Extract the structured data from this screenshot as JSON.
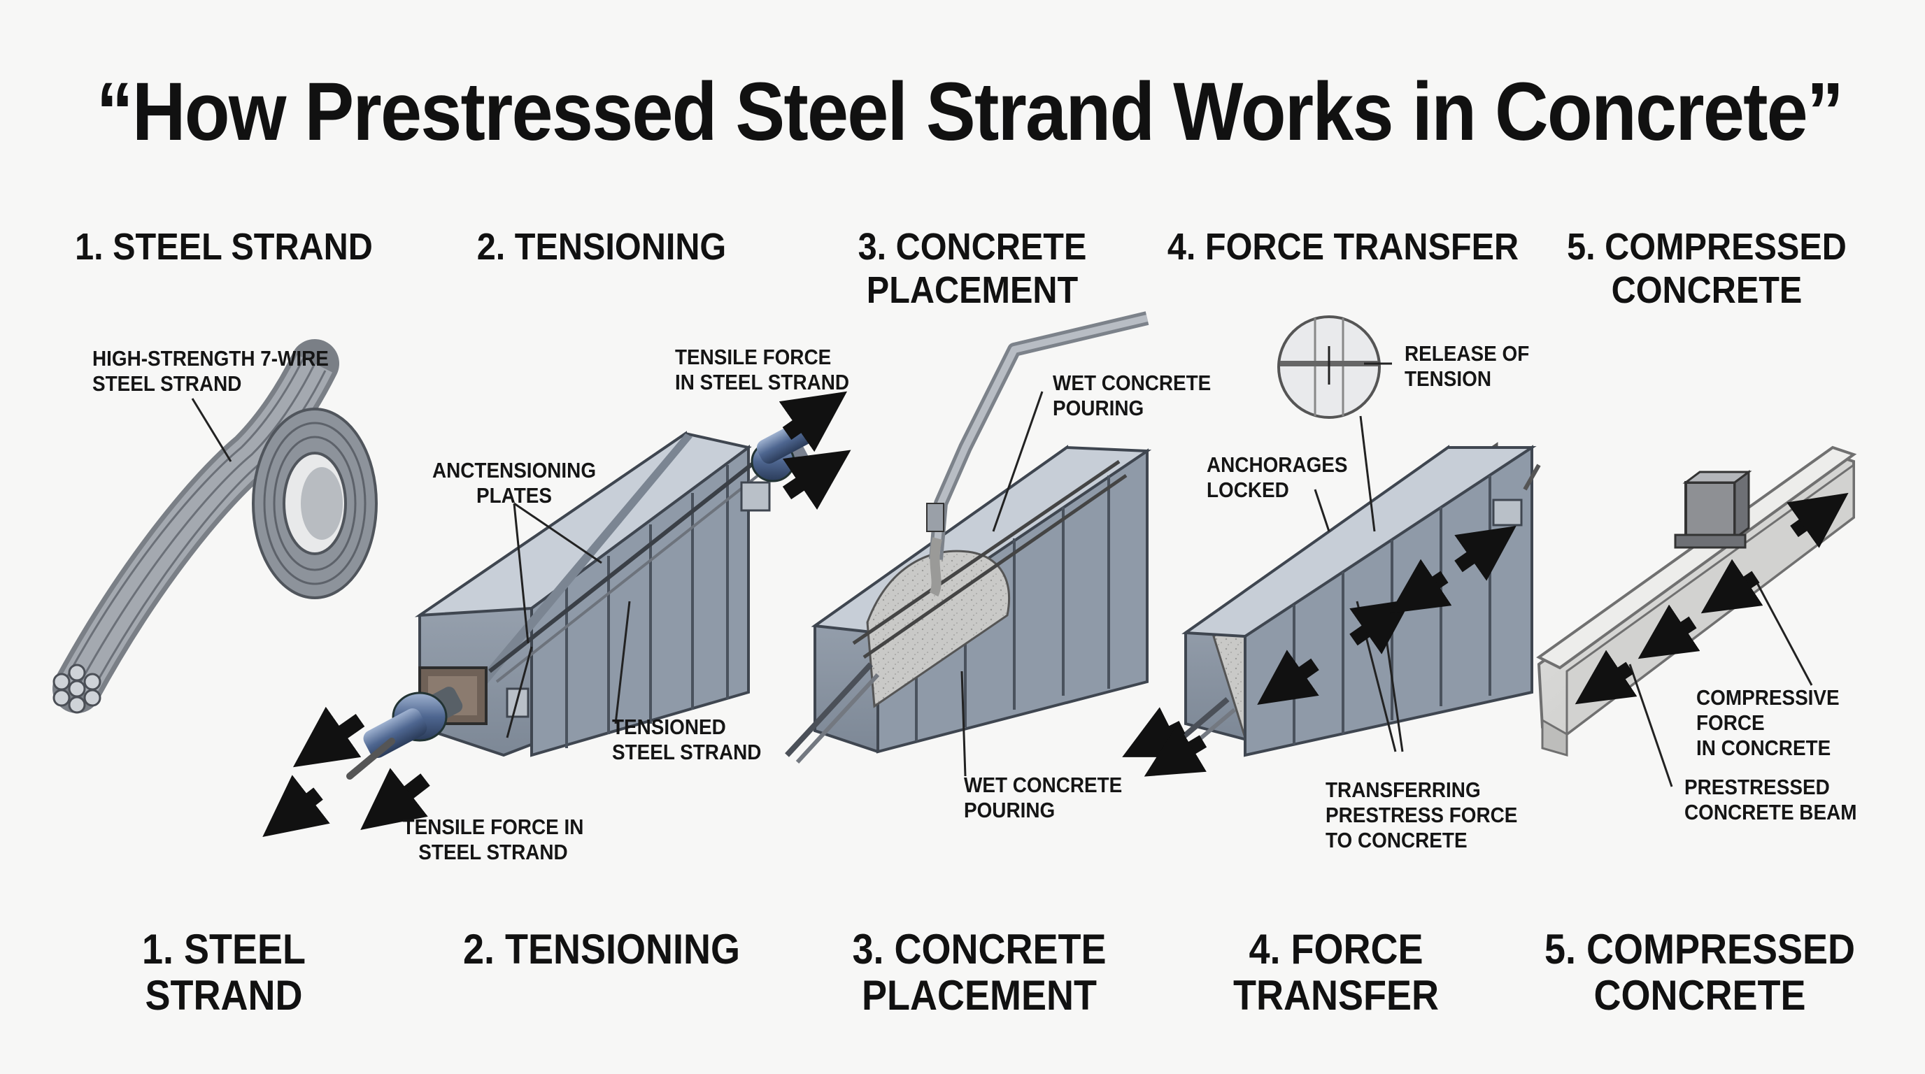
{
  "title": "“How Prestressed Steel Strand Works in Concrete”",
  "stages_top": [
    "1. STEEL STRAND",
    "2. TENSIONING",
    "3. CONCRETE\nPLACEMENT",
    "4. FORCE TRANSFER",
    "5. COMPRESSED\nCONCRETE"
  ],
  "stages_bottom": [
    "1. STEEL STRAND",
    "2. TENSIONING",
    "3. CONCRETE\nPLACEMENT",
    "4. FORCE\nTRANSFER",
    "5. COMPRESSED\nCONCRETE"
  ],
  "labels": {
    "strand": "HIGH-STRENGTH 7-WIRE\nSTEEL STRAND",
    "plates": "ANCTENSIONING\nPLATES",
    "tensile_top": "TENSILE FORCE\nIN STEEL STRAND",
    "tensioned": "TENSIONED\nSTEEL STRAND",
    "tensile_bottom": "TENSILE FORCE IN\nSTEEL STRAND",
    "wet_top": "WET CONCRETE\nPOURING",
    "wet_bottom": "WET CONCRETE\nPOURING",
    "release": "RELEASE OF\nTENSION",
    "anchorages": "ANCHORAGES\nLOCKED",
    "transferring": "TRANSFERRING\nPRESTRESS FORCE\nTO CONCRETE",
    "compressive": "COMPRESSIVE FORCE\nIN CONCRETE",
    "beam": "PRESTRESSED\nCONCRETE BEAM"
  }
}
